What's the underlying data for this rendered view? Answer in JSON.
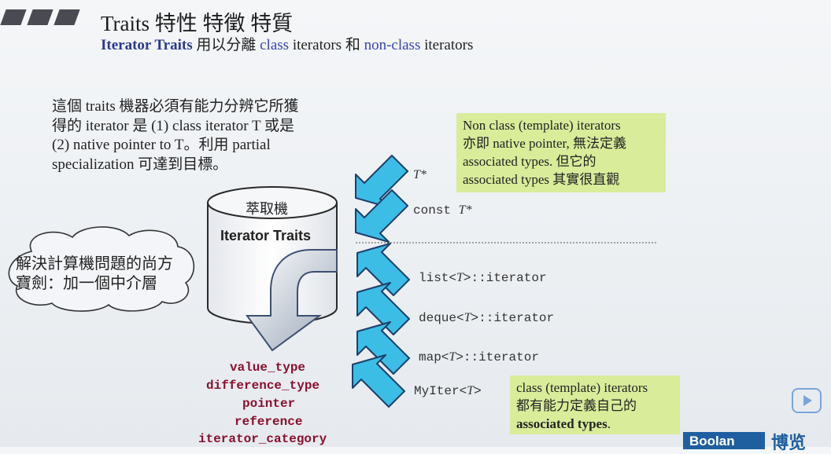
{
  "title": "Traits  特性 特徵 特質",
  "subtitle": {
    "bold": "Iterator Traits",
    "t1": " 用以分離 ",
    "blue1": "class",
    "t2": " iterators 和 ",
    "blue2": "non-class",
    "t3": " iterators"
  },
  "paragraph": [
    "這個 traits 機器必須有能力分辨它所獲",
    "得的 iterator 是 (1) class iterator T 或是",
    "(2) native pointer to T。利用 partial",
    "specialization 可達到目標。"
  ],
  "note_top": [
    "Non class (template) iterators",
    "亦即 native pointer, 無法定義",
    "associated types. 但它的",
    "associated types 其實很直觀"
  ],
  "note_bottom": {
    "line1": "class (template) iterators",
    "line2": "都有能力定義自己的",
    "line3": "associated types",
    "line3_end": "."
  },
  "cylinder": {
    "label_top": "萃取機",
    "label_main": "Iterator Traits"
  },
  "cloud": [
    "解決計算機問題的尚方",
    "寶劍：加一個中介層"
  ],
  "inputs": {
    "ptr": "T*",
    "const_kw": "const ",
    "const_t": "T*",
    "list_a": "list<",
    "list_t": "T",
    "list_b": ">::iterator",
    "deque_a": "deque<",
    "deque_t": "T",
    "deque_b": ">::iterator",
    "map_a": "map<",
    "map_t": "T",
    "map_b": ">::iterator",
    "my_a": "MyIter<",
    "my_t": "T",
    "my_b": ">"
  },
  "results": [
    "value_type",
    "difference_type",
    "pointer",
    "reference",
    "iterator_category"
  ],
  "logo": {
    "text": "Boolan",
    "cn": "博览"
  },
  "colors": {
    "arrow": "#3bbde6",
    "arrow_stroke": "#1d3f6a",
    "result": "#8b1030",
    "note_bg": "#d8ec9a",
    "accent": "#3844b3"
  },
  "icons": {
    "play": "play-icon"
  }
}
